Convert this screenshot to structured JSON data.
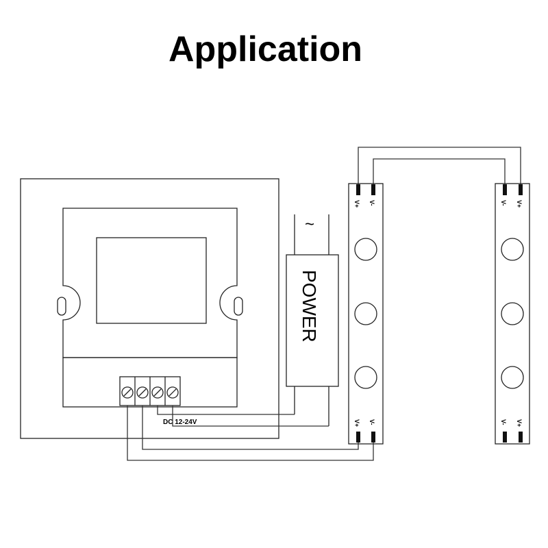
{
  "title": "Application",
  "power_label": "POWER",
  "ac_symbol": "~",
  "dc_label": "DC 12-24V",
  "strip1": {
    "top_pins": [
      "V+",
      "V-"
    ],
    "bottom_pins": [
      "V+",
      "V-"
    ]
  },
  "strip2": {
    "top_pins": [
      "V-",
      "V+"
    ],
    "bottom_pins": [
      "V-",
      "V+"
    ]
  },
  "colors": {
    "line": "#222222",
    "pin": "#111111"
  }
}
